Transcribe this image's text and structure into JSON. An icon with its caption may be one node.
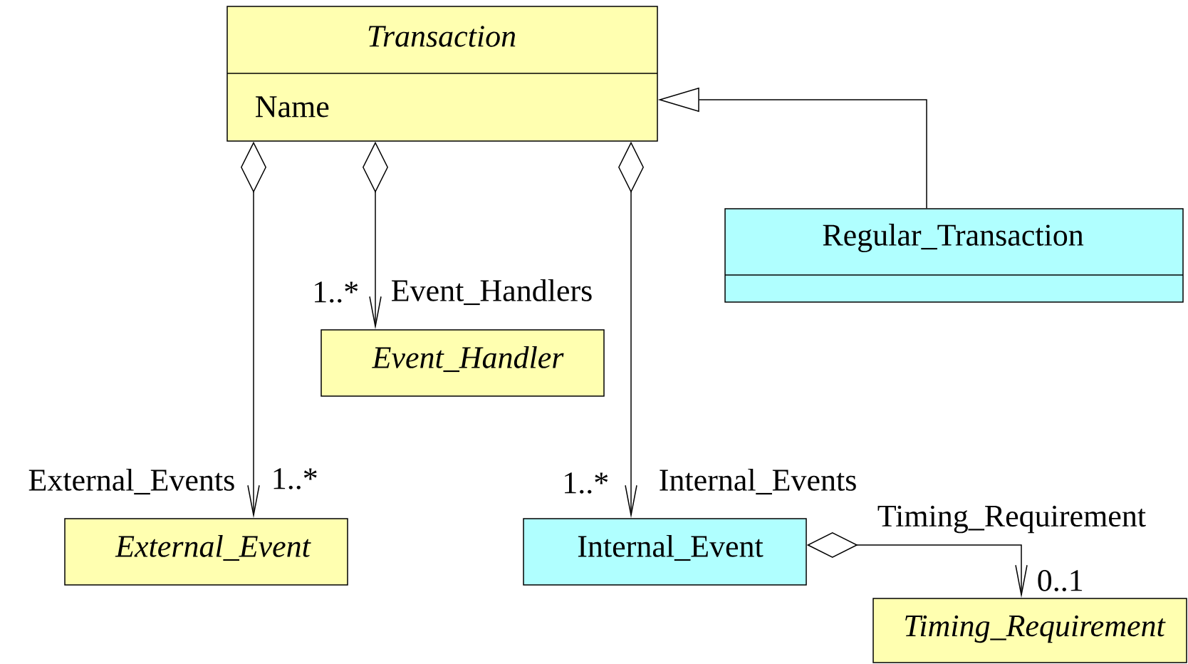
{
  "diagram": {
    "nodes": [
      {
        "text": [
          "Transaction",
          "Name"
        ]
      },
      {
        "text": [
          "Regular_Transaction"
        ]
      },
      {
        "text": [
          "Event_Handler"
        ]
      },
      {
        "text": [
          "External_Event"
        ]
      },
      {
        "text": [
          "Internal_Event"
        ]
      },
      {
        "text": [
          "Timing_Requirement"
        ]
      }
    ],
    "edges": [
      {
        "from": 0,
        "to": 3,
        "arrow": "to",
        "label": "External_Events"
      },
      {
        "from": 0,
        "to": 2,
        "arrow": "to",
        "label": "Event_Handlers"
      },
      {
        "from": 0,
        "to": 4,
        "arrow": "to",
        "label": "Internal_Events"
      },
      {
        "from": 1,
        "to": 0,
        "arrow": "to"
      },
      {
        "from": 4,
        "to": 5,
        "arrow": "to",
        "label": "Timing_Requirement"
      }
    ],
    "labels": [
      "1..*",
      "1..*",
      "1..*",
      "0..1"
    ]
  }
}
